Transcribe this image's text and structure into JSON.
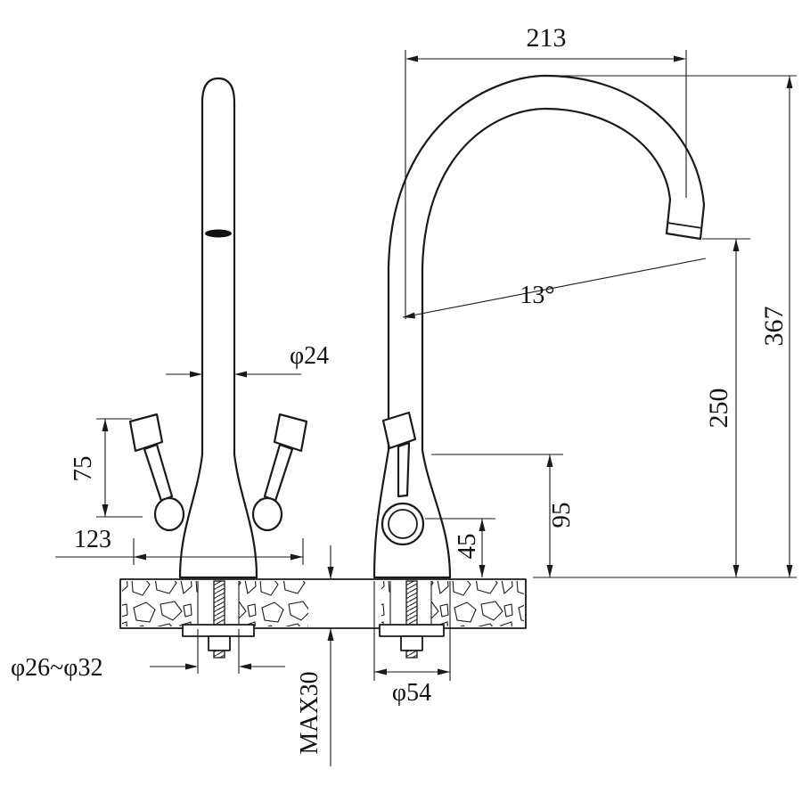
{
  "drawing": {
    "type": "technical-dimension-drawing",
    "subject": "two-handle kitchen faucet, front view and side view with mounting deck section",
    "background": "#ffffff",
    "line_color": "#1a1a1a",
    "dimensions": {
      "top_width": "213",
      "total_height": "367",
      "spout_outlet_height": "250",
      "body_height": "95",
      "ring_height": "45",
      "spout_angle": "13°",
      "spout_tube_diameter": "φ24",
      "handle_rise": "75",
      "handle_span": "123",
      "mounting_hole_diameter": "φ26~φ32",
      "max_deck_thickness": "MAX30",
      "base_diameter": "φ54"
    }
  }
}
